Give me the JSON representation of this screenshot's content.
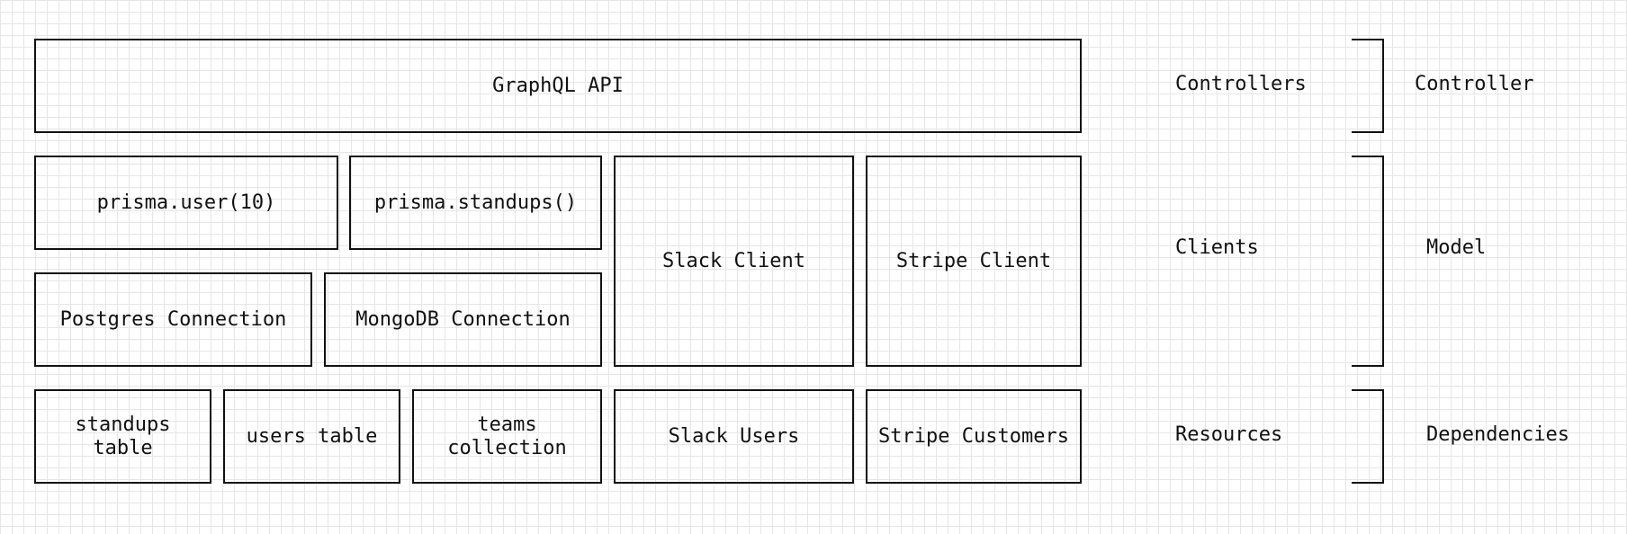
{
  "boxes": {
    "graphql_api": "GraphQL API",
    "prisma_user": "prisma.user(10)",
    "prisma_standups": "prisma.standups()",
    "slack_client": "Slack Client",
    "stripe_client": "Stripe Client",
    "postgres_connection": "Postgres Connection",
    "mongodb_connection": "MongoDB Connection",
    "standups_table": "standups\ntable",
    "users_table": "users table",
    "teams_collection": "teams\ncollection",
    "slack_users": "Slack Users",
    "stripe_customers": "Stripe Customers"
  },
  "layers": {
    "controllers": "Controllers",
    "clients": "Clients",
    "resources": "Resources"
  },
  "groups": {
    "controller": "Controller",
    "model": "Model",
    "dependencies": "Dependencies"
  }
}
